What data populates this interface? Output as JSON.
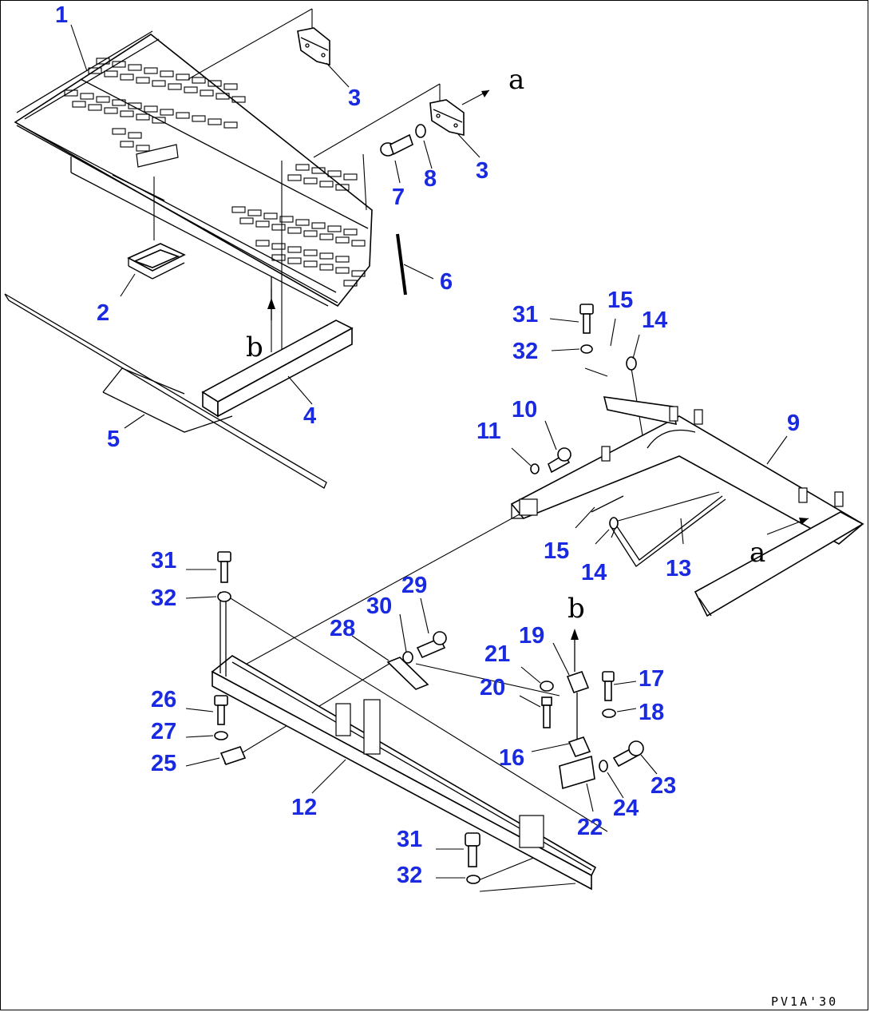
{
  "drawing_number": "PV1A'30",
  "callouts": {
    "c1": "1",
    "c2": "2",
    "c3a": "3",
    "c3b": "3",
    "c4": "4",
    "c5": "5",
    "c6": "6",
    "c7": "7",
    "c8": "8",
    "c9": "9",
    "c10": "10",
    "c11": "11",
    "c12": "12",
    "c13": "13",
    "c14a": "14",
    "c14b": "14",
    "c15a": "15",
    "c15b": "15",
    "c16": "16",
    "c17": "17",
    "c18": "18",
    "c19": "19",
    "c20": "20",
    "c21": "21",
    "c22": "22",
    "c23": "23",
    "c24": "24",
    "c25": "25",
    "c26": "26",
    "c27": "27",
    "c28": "28",
    "c29": "29",
    "c30": "30",
    "c31a": "31",
    "c31b": "31",
    "c31c": "31",
    "c32a": "32",
    "c32b": "32",
    "c32c": "32"
  },
  "refs": {
    "a_top": "a",
    "a_right": "a",
    "b_left": "b",
    "b_mid": "b"
  }
}
